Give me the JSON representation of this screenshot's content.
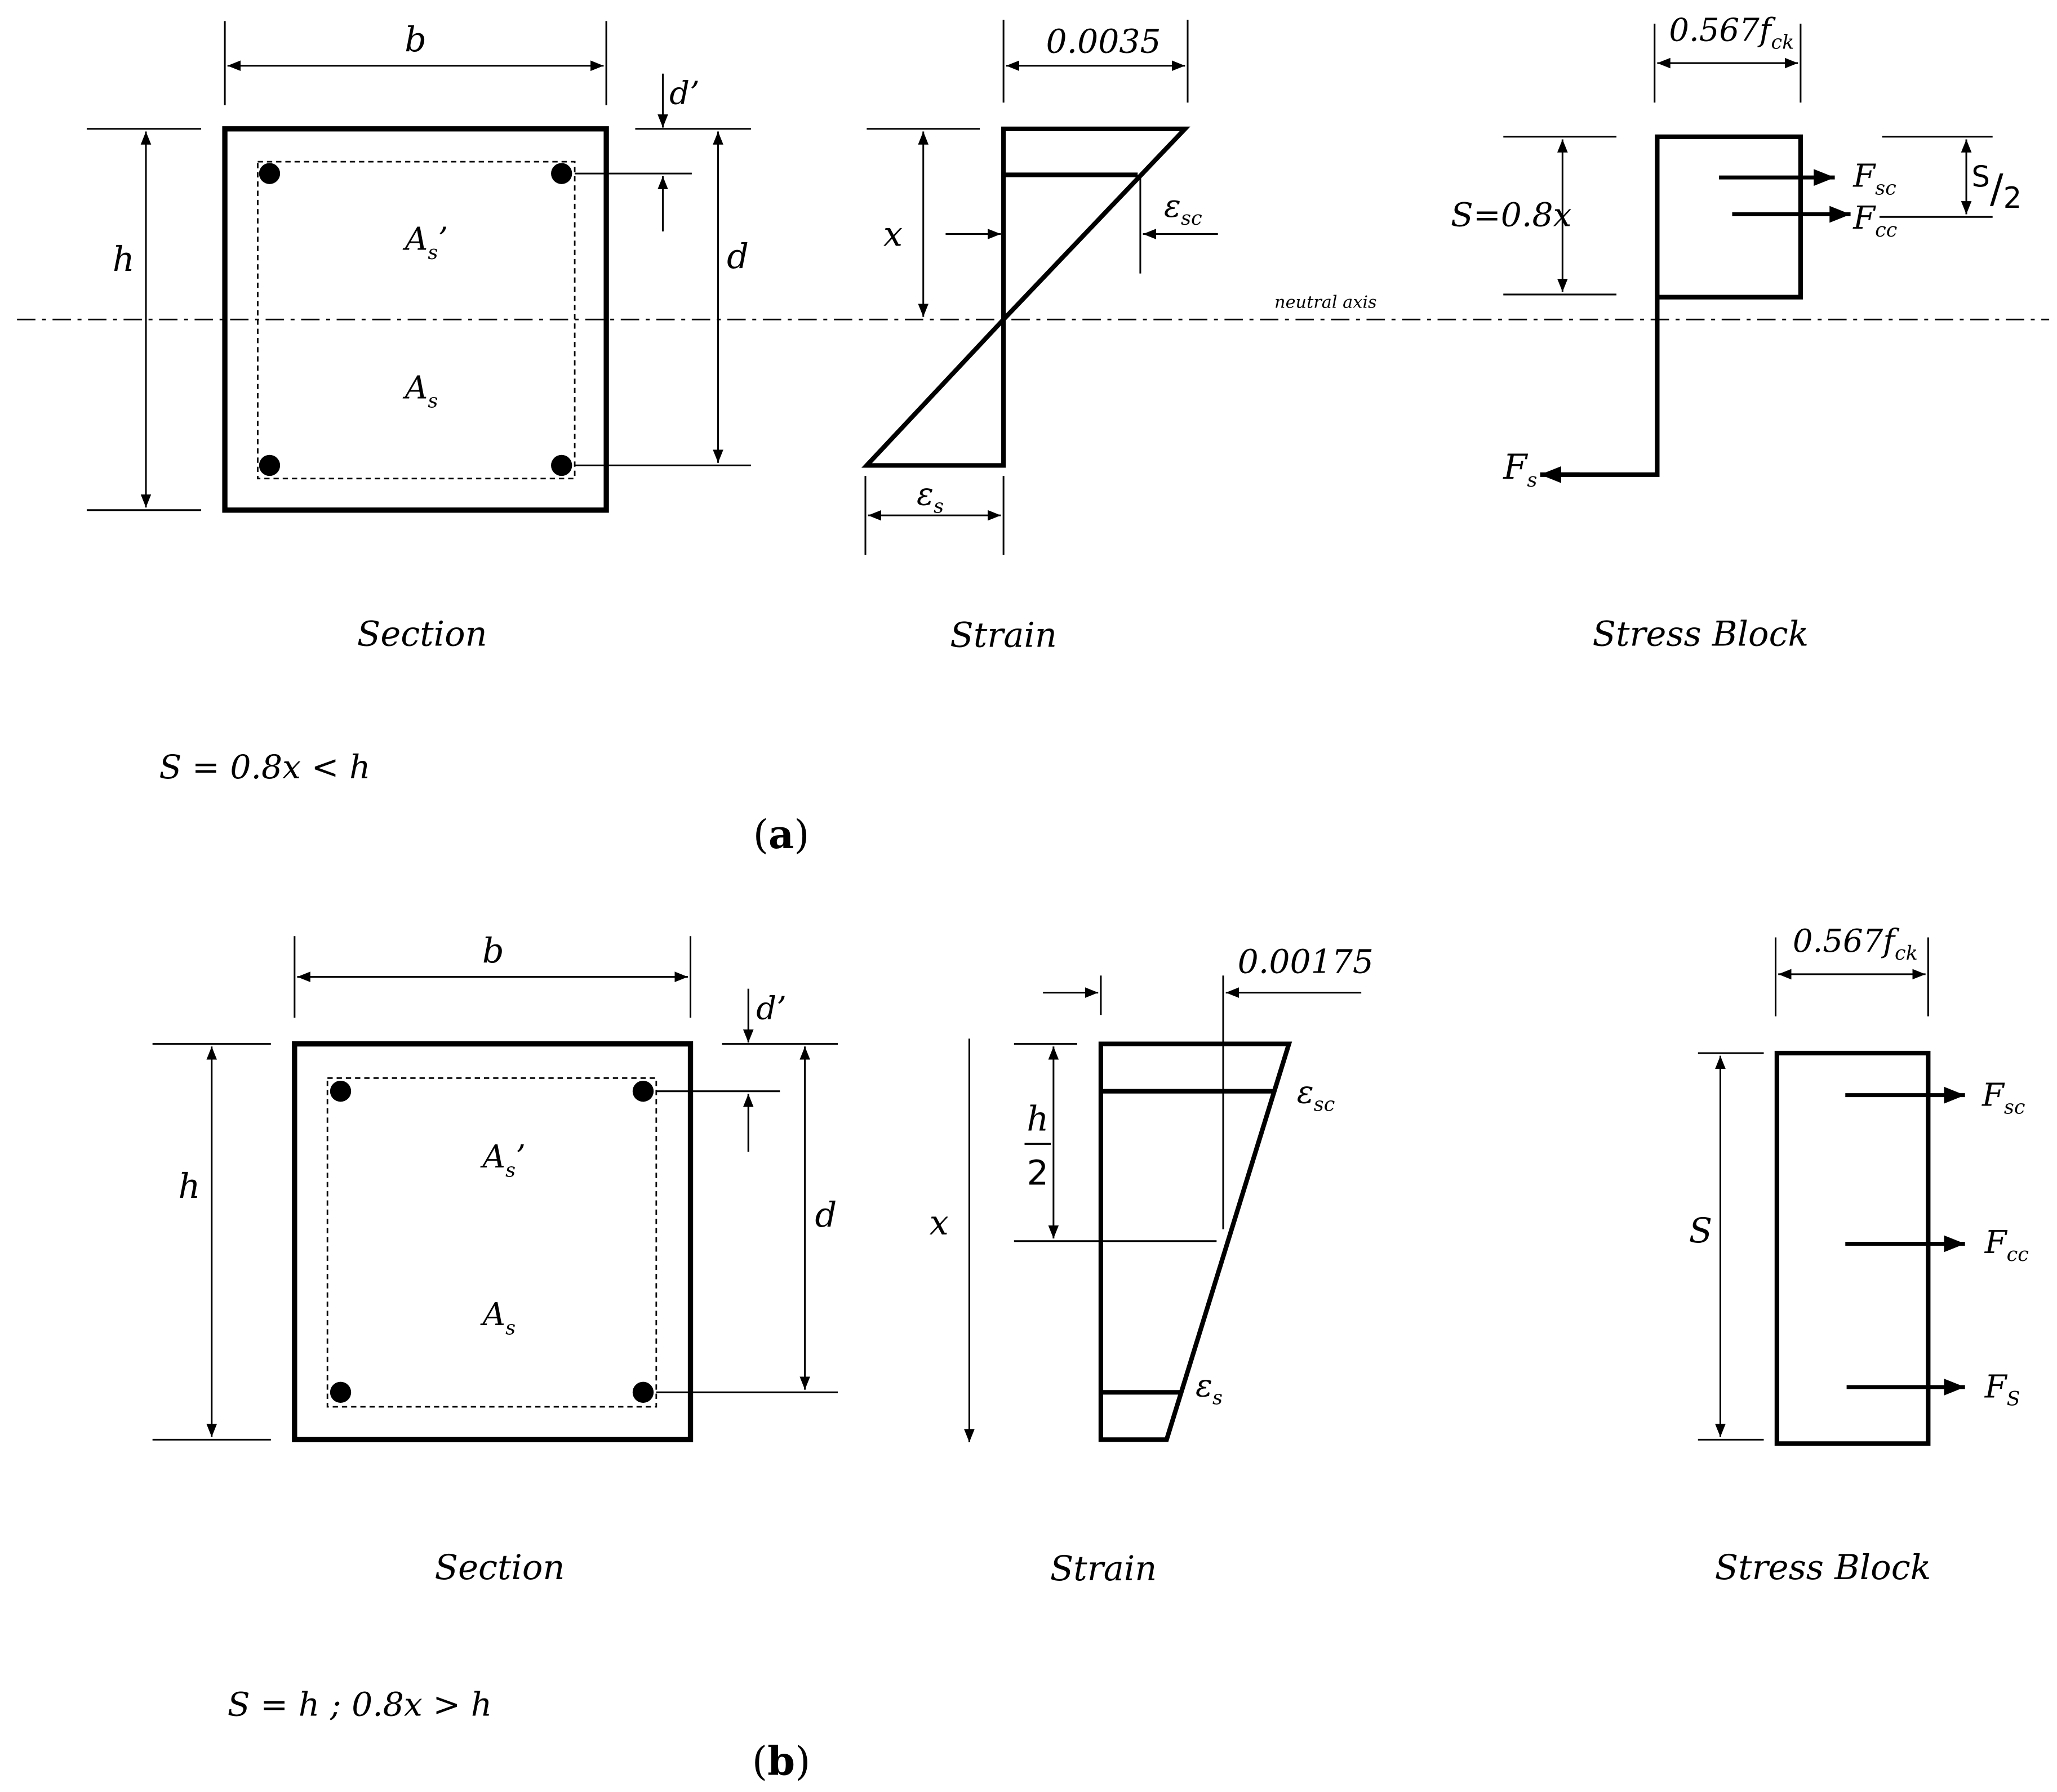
{
  "panel_a": {
    "section": {
      "caption": "Section",
      "b": "b",
      "h": "h",
      "d": "d",
      "d_prime": "d’",
      "asp_main": "A",
      "asp_sub": "s",
      "asp_prime": "’",
      "as_main": "A",
      "as_sub": "s"
    },
    "strain": {
      "caption": "Strain",
      "top_value": "0.0035",
      "x": "x",
      "esc_main": "ε",
      "esc_sub": "sc",
      "es_main": "ε",
      "es_sub": "s"
    },
    "stress": {
      "caption": "Stress Block",
      "fck_main": "0.567f",
      "fck_sub": "ck",
      "s_label": "S=0.8x",
      "s2_num": "S",
      "s2_slash": "/",
      "s2_den": "2",
      "fsc_main": "F",
      "fsc_sub": "sc",
      "fcc_main": "F",
      "fcc_sub": "cc",
      "fs_main": "F",
      "fs_sub": "s"
    },
    "neutral_axis": "neutral axis",
    "condition": "S = 0.8x < h",
    "label_open": "(",
    "label_letter": "a",
    "label_close": ")"
  },
  "panel_b": {
    "section": {
      "caption": "Section",
      "b": "b",
      "h": "h",
      "d": "d",
      "d_prime": "d’",
      "asp_main": "A",
      "asp_sub": "s",
      "asp_prime": "’",
      "as_main": "A",
      "as_sub": "s"
    },
    "strain": {
      "caption": "Strain",
      "top_value": "0.00175",
      "x": "x",
      "h2_num": "h",
      "h2_den": "2",
      "esc_main": "ε",
      "esc_sub": "sc",
      "es_main": "ε",
      "es_sub": "s"
    },
    "stress": {
      "caption": "Stress Block",
      "fck_main": "0.567f",
      "fck_sub": "ck",
      "s_label": "S",
      "fsc_main": "F",
      "fsc_sub": "sc",
      "fcc_main": "F",
      "fcc_sub": "cc",
      "fs_main": "F",
      "fs_sub": "S"
    },
    "condition": "S = h ; 0.8x > h",
    "label_open": "(",
    "label_letter": "b",
    "label_close": ")"
  }
}
